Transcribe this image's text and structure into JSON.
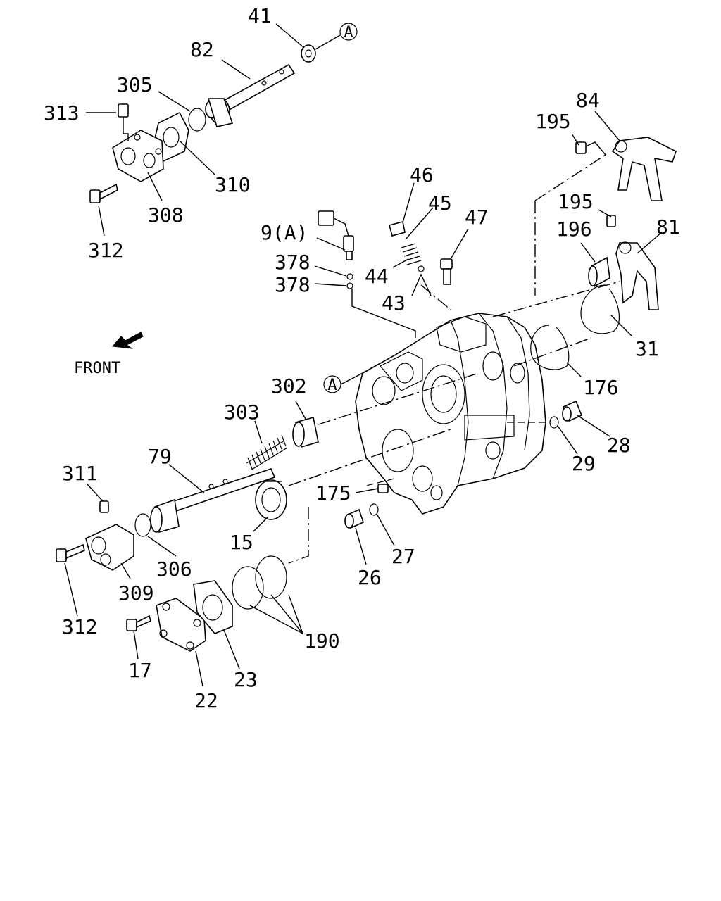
{
  "diagram": {
    "front_label": "FRONT",
    "ref_mark": "A",
    "callouts": [
      {
        "id": "c-41",
        "text": "41"
      },
      {
        "id": "c-82",
        "text": "82"
      },
      {
        "id": "c-305",
        "text": "305"
      },
      {
        "id": "c-313",
        "text": "313"
      },
      {
        "id": "c-310",
        "text": "310"
      },
      {
        "id": "c-308",
        "text": "308"
      },
      {
        "id": "c-312a",
        "text": "312"
      },
      {
        "id": "c-84",
        "text": "84"
      },
      {
        "id": "c-195a",
        "text": "195"
      },
      {
        "id": "c-195b",
        "text": "195"
      },
      {
        "id": "c-196",
        "text": "196"
      },
      {
        "id": "c-81",
        "text": "81"
      },
      {
        "id": "c-46",
        "text": "46"
      },
      {
        "id": "c-45",
        "text": "45"
      },
      {
        "id": "c-47",
        "text": "47"
      },
      {
        "id": "c-9a",
        "text": "9(A)"
      },
      {
        "id": "c-378a",
        "text": "378"
      },
      {
        "id": "c-378b",
        "text": "378"
      },
      {
        "id": "c-44",
        "text": "44"
      },
      {
        "id": "c-43",
        "text": "43"
      },
      {
        "id": "c-31",
        "text": "31"
      },
      {
        "id": "c-176",
        "text": "176"
      },
      {
        "id": "c-302",
        "text": "302"
      },
      {
        "id": "c-303",
        "text": "303"
      },
      {
        "id": "c-79",
        "text": "79"
      },
      {
        "id": "c-311",
        "text": "311"
      },
      {
        "id": "c-28",
        "text": "28"
      },
      {
        "id": "c-29",
        "text": "29"
      },
      {
        "id": "c-175",
        "text": "175"
      },
      {
        "id": "c-15",
        "text": "15"
      },
      {
        "id": "c-26",
        "text": "26"
      },
      {
        "id": "c-27",
        "text": "27"
      },
      {
        "id": "c-306",
        "text": "306"
      },
      {
        "id": "c-309",
        "text": "309"
      },
      {
        "id": "c-312b",
        "text": "312"
      },
      {
        "id": "c-190",
        "text": "190"
      },
      {
        "id": "c-17",
        "text": "17"
      },
      {
        "id": "c-23",
        "text": "23"
      },
      {
        "id": "c-22",
        "text": "22"
      }
    ]
  }
}
